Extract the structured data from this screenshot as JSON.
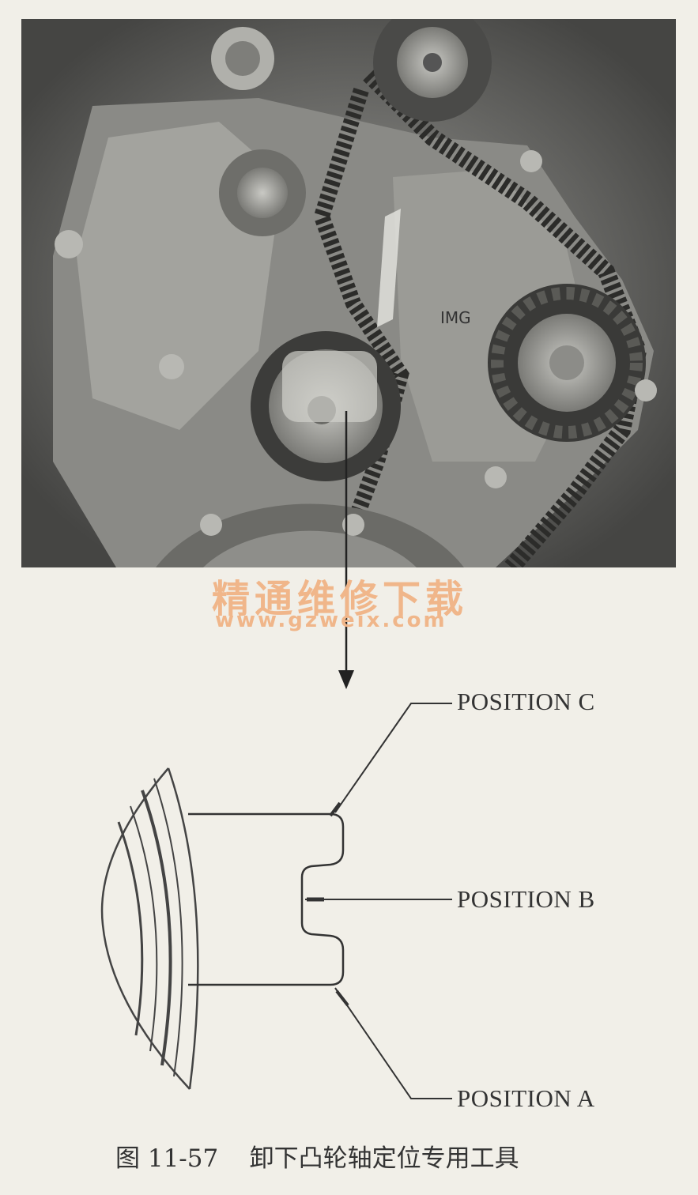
{
  "photo": {
    "alt_icon": "engine-timing-photo",
    "engraving": "IMG"
  },
  "watermark": {
    "site_name": "精通维修下载",
    "url": "www.gzweix.com"
  },
  "positions": {
    "c": "POSITION C",
    "b": "POSITION B",
    "a": "POSITION A"
  },
  "caption": "图 11-57    卸下凸轮轴定位专用工具",
  "colors": {
    "ink": "#333333",
    "paper": "#f1efe8",
    "watermark": "#f0b68a"
  }
}
